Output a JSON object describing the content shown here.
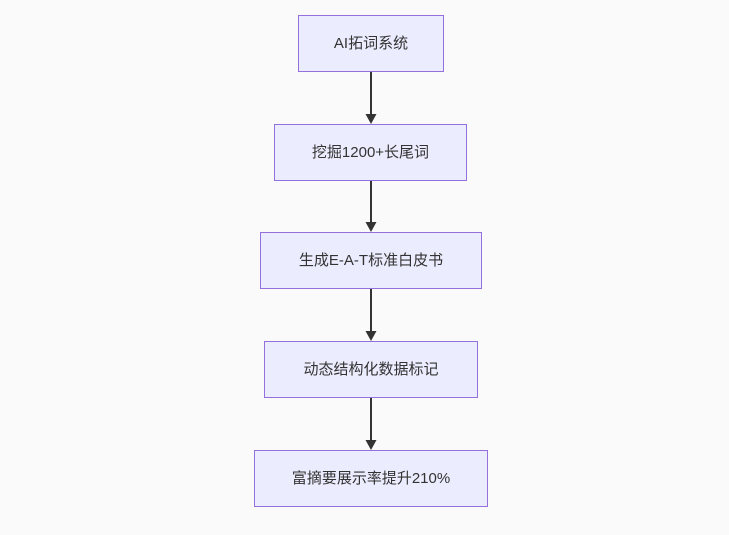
{
  "diagram": {
    "type": "flowchart",
    "direction": "top-down",
    "nodes": [
      {
        "id": "A",
        "label": "AI拓词系统"
      },
      {
        "id": "B",
        "label": "挖掘1200+长尾词"
      },
      {
        "id": "C",
        "label": "生成E-A-T标准白皮书"
      },
      {
        "id": "D",
        "label": "动态结构化数据标记"
      },
      {
        "id": "E",
        "label": "富摘要展示率提升210%"
      }
    ],
    "edges": [
      {
        "from": "A",
        "to": "B"
      },
      {
        "from": "B",
        "to": "C"
      },
      {
        "from": "C",
        "to": "D"
      },
      {
        "from": "D",
        "to": "E"
      }
    ],
    "theme": {
      "node_fill": "#ECECFF",
      "node_border": "#9370DB",
      "arrow_color": "#333333",
      "text_color": "#333333",
      "background": "#FAFAFA"
    }
  }
}
